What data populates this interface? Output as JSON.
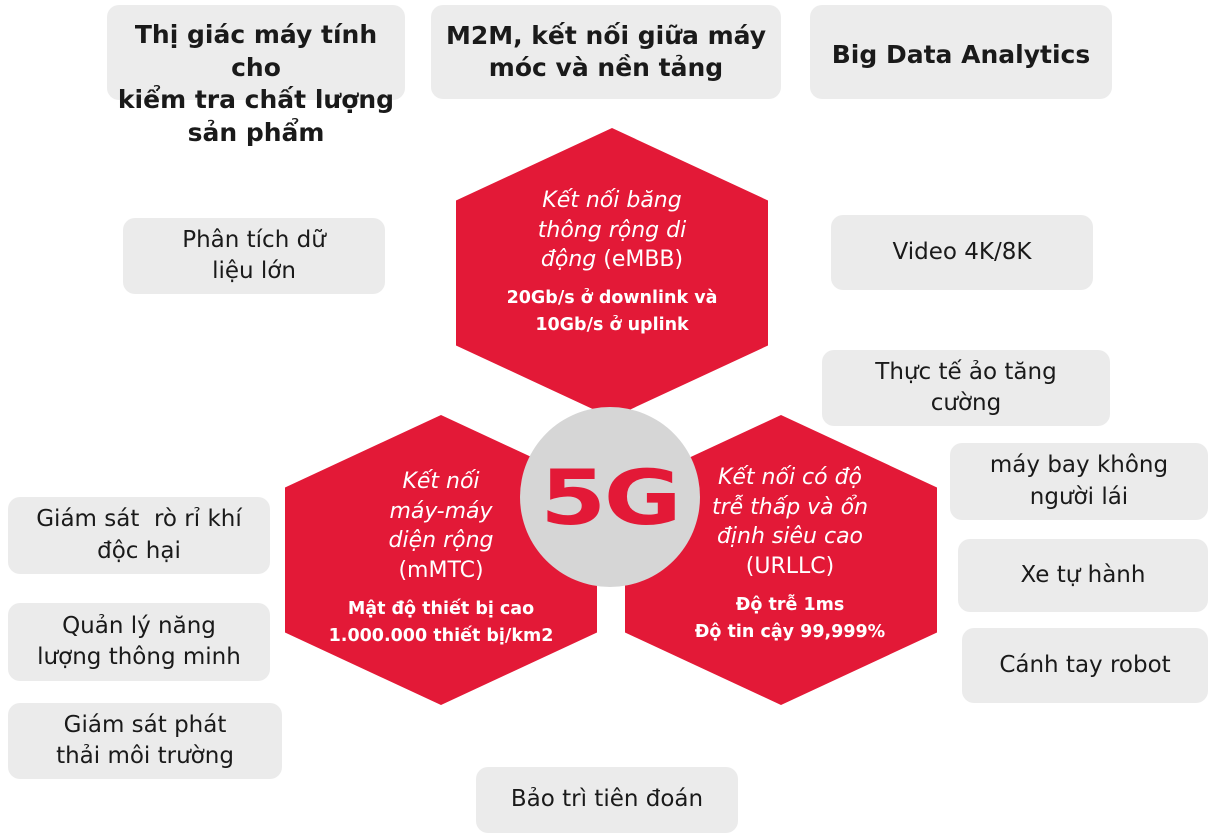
{
  "center": {
    "logo": "5G"
  },
  "hexagons": {
    "embb": {
      "title_line1": "Kết nối băng",
      "title_line2": "thông rộng di",
      "title_line3": "động",
      "code": "(eMBB)",
      "desc_line1": "20Gb/s ở downlink và",
      "desc_line2": "10Gb/s ở uplink"
    },
    "mmtc": {
      "title_line1": "Kết nối",
      "title_line2": "máy-máy",
      "title_line3": "diện rộng",
      "code": "(mMTC)",
      "desc_line1": "Mật độ thiết bị cao",
      "desc_line2": "1.000.000 thiết bị/km2"
    },
    "urllc": {
      "title_line1": "Kết nối có độ",
      "title_line2": "trễ thấp và ổn",
      "title_line3": "định siêu cao",
      "code": "(URLLC)",
      "desc_line1": "Độ trễ 1ms",
      "desc_line2": "Độ tin cậy 99,999%"
    }
  },
  "top_boxes": {
    "vision": {
      "line1": "Thị giác máy tính cho",
      "line2": "kiểm tra chất lượng",
      "line3": "sản phẩm"
    },
    "m2m": {
      "line1": "M2M, kết nối giữa máy",
      "line2": "móc và nền tảng"
    },
    "bigdata": {
      "line1": "Big Data Analytics"
    }
  },
  "side_boxes": {
    "data_analysis": {
      "line1": "Phân tích dữ",
      "line2": "liệu lớn"
    },
    "video": {
      "line1": "Video 4K/8K"
    },
    "ar": {
      "line1": "Thực tế ảo tăng",
      "line2": "cường"
    },
    "drone": {
      "line1": "máy bay không",
      "line2": "người lái"
    },
    "self_driving": {
      "line1": "Xe tự hành"
    },
    "robot_arm": {
      "line1": "Cánh tay robot"
    },
    "gas": {
      "line1": "Giám sát  rò rỉ khí",
      "line2": "độc hại"
    },
    "energy": {
      "line1": "Quản lý năng",
      "line2": "lượng thông minh"
    },
    "emission": {
      "line1": "Giám sát phát",
      "line2": "thải môi trường"
    },
    "maintenance": {
      "line1": "Bảo trì tiên đoán"
    }
  }
}
